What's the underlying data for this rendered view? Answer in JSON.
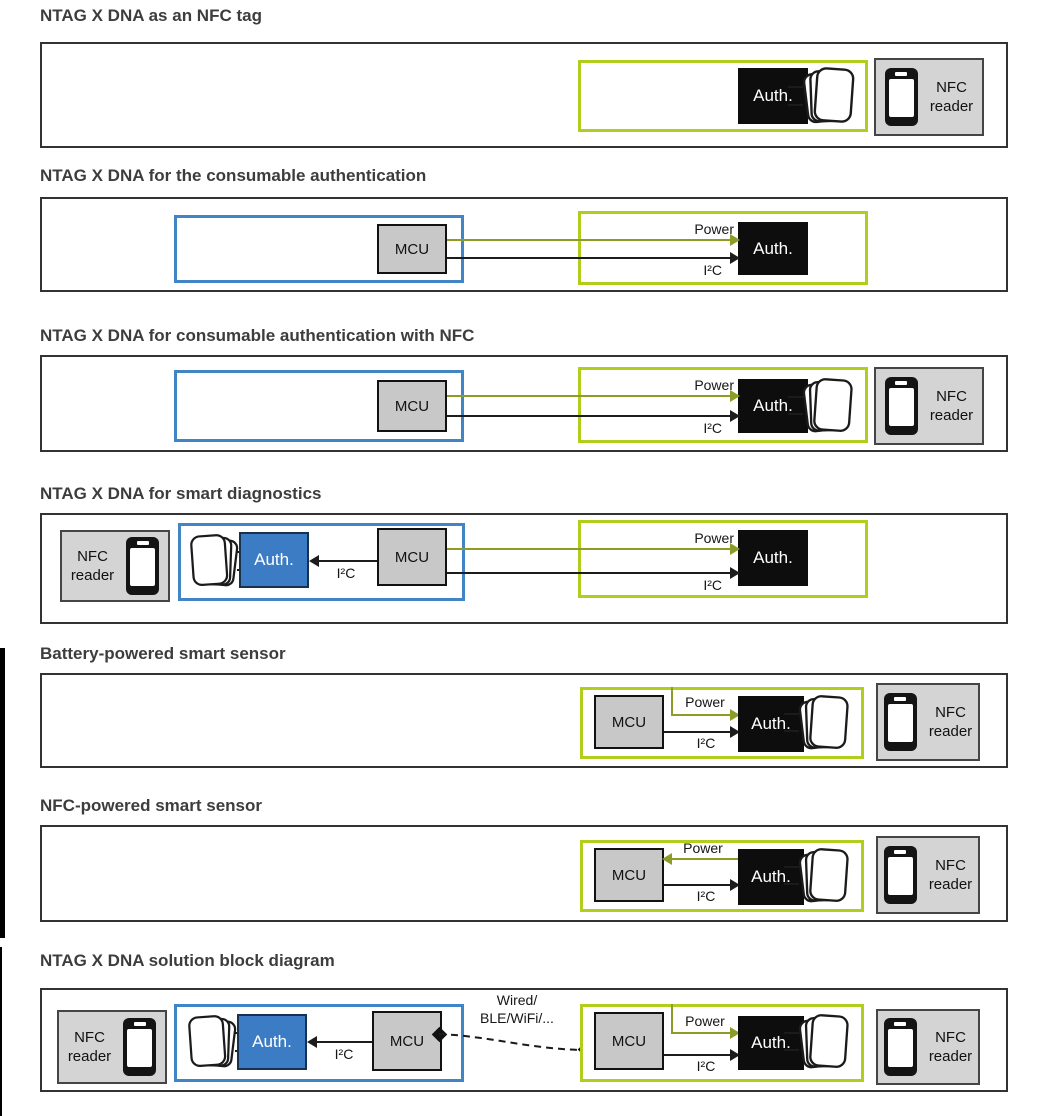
{
  "colors": {
    "lime": "#b3cd1d",
    "olive": "#8c9c26",
    "blue_border": "#4285c6",
    "blue_fill": "#3b7cc4",
    "box_border": "#333333",
    "black_fill": "#0d0d0d",
    "gray_fill": "#c8c8c8",
    "reader_fill": "#d4d4d4"
  },
  "labels": {
    "auth": "Auth.",
    "mcu": "MCU",
    "power": "Power",
    "i2c": "I²C",
    "nfc_line1": "NFC",
    "nfc_line2": "reader",
    "wired_line1": "Wired/",
    "wired_line2": "BLE/WiFi/..."
  },
  "sections": [
    {
      "title": "NTAG X DNA as an NFC tag"
    },
    {
      "title": "NTAG X DNA for the consumable authentication"
    },
    {
      "title": "NTAG X DNA for consumable authentication with NFC"
    },
    {
      "title": "NTAG X DNA for smart diagnostics"
    },
    {
      "title": "Battery-powered smart sensor"
    },
    {
      "title": "NFC-powered smart sensor"
    },
    {
      "title": "NTAG X DNA solution block diagram"
    }
  ]
}
